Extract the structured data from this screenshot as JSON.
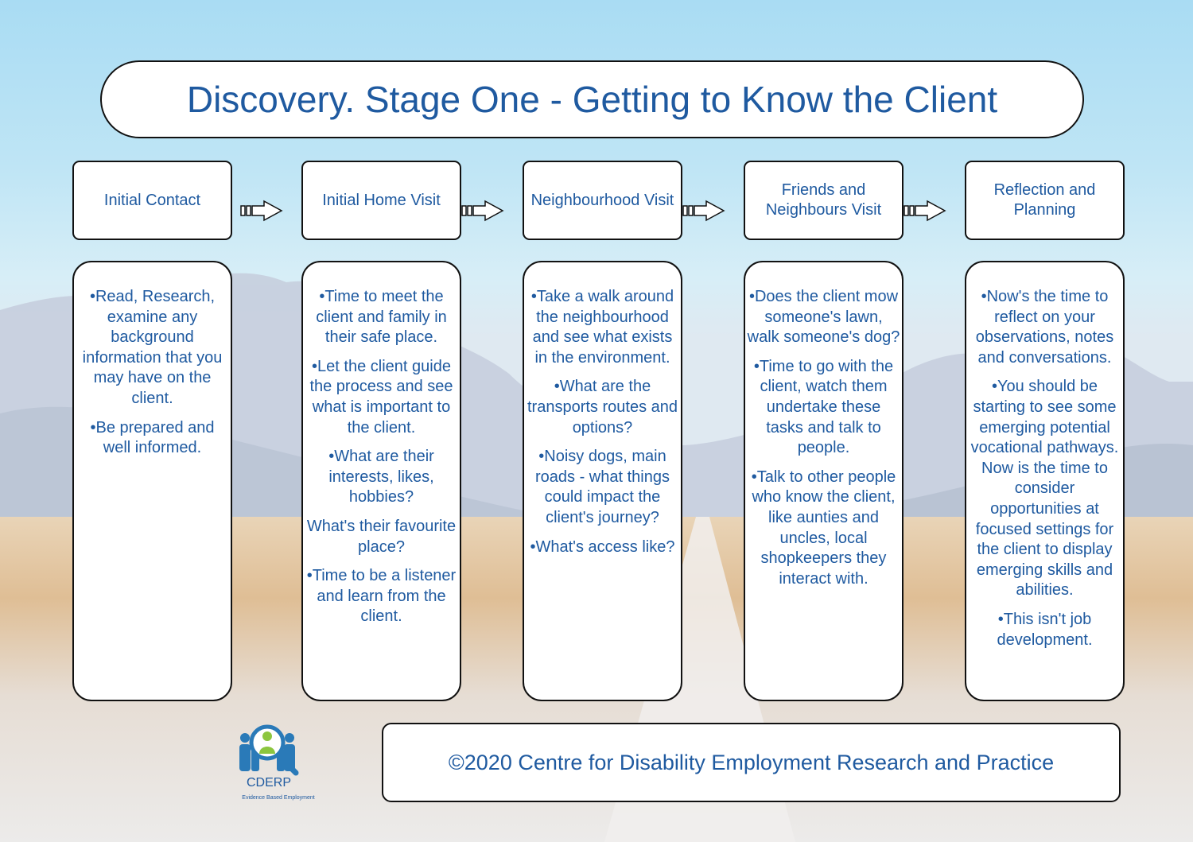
{
  "title": "Discovery. Stage One - Getting to Know the Client",
  "stages": [
    {
      "label": "Initial Contact",
      "points": [
        "•Read, Research, examine any background information that you may have on the client.",
        "•Be prepared and well informed."
      ]
    },
    {
      "label": "Initial Home Visit",
      "points": [
        "•Time to meet the client and family in their safe place.",
        "•Let the client guide the process and see what is important to the client.",
        "•What are their interests, likes, hobbies?",
        "What's their favourite place?",
        "•Time to be a listener and learn from the client."
      ]
    },
    {
      "label": "Neighbourhood Visit",
      "points": [
        "•Take a walk around the neighbourhood and see what exists in the environment.",
        "•What are the transports routes and options?",
        "•Noisy dogs, main roads - what things could impact the client's journey?",
        "•What's access like?"
      ]
    },
    {
      "label": "Friends and Neighbours Visit",
      "points": [
        "•Does the client mow someone's lawn, walk someone's dog?",
        "•Time to go with the client, watch them undertake these tasks and talk to people.",
        "•Talk to other people who know the client, like aunties and uncles, local shopkeepers they interact with."
      ]
    },
    {
      "label": "Reflection and Planning",
      "points": [
        "•Now's the time to reflect on your observations, notes and conversations.",
        "•You should be starting to see some emerging potential vocational pathways. Now is the time to consider opportunities at focused settings for the client to display emerging skills and abilities.",
        "•This isn't job development."
      ]
    }
  ],
  "footer": "©2020 Centre for Disability Employment Research and Practice",
  "logo": {
    "name": "CDERP",
    "tagline": "Evidence Based Employment",
    "icon": "magnifier-people-icon"
  },
  "colors": {
    "text": "#1f5aa0",
    "sky": "#a9dcf3",
    "logo_green": "#8cc63f",
    "logo_blue": "#2a7ab8"
  }
}
